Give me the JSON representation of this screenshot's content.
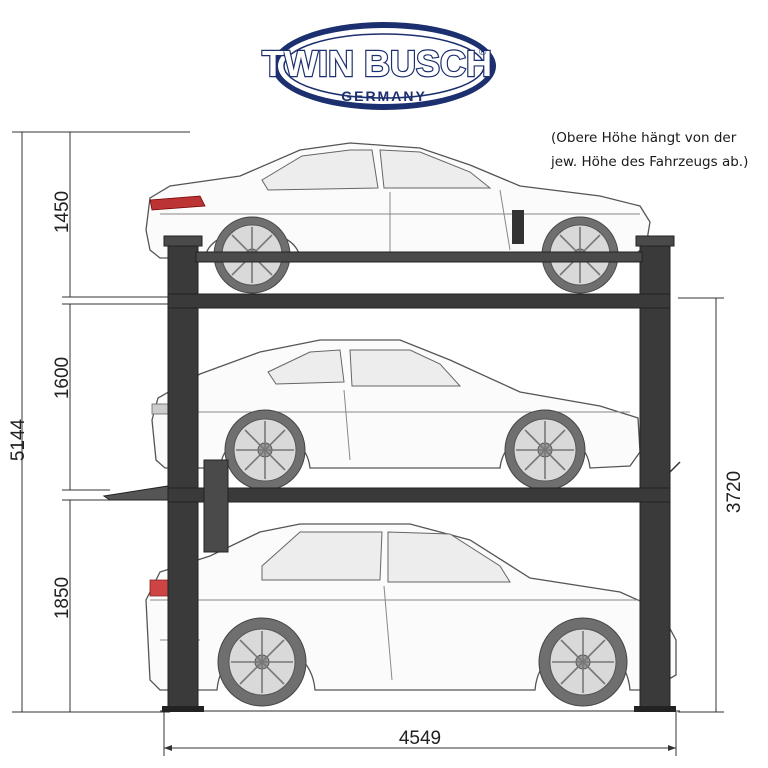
{
  "brand": {
    "name": "TWIN BUSCH",
    "registered": "®",
    "subtitle": "GERMANY",
    "colors": {
      "outer_ring": "#1c2f6e",
      "fill": "#ffffff",
      "text": "#1c2f6e"
    }
  },
  "note": {
    "line1": "(Obere Höhe hängt von der",
    "line2": "jew. Höhe des Fahrzeugs ab.)"
  },
  "dimensions": {
    "total_height": "5144",
    "upper_level": "1450",
    "middle_level": "1600",
    "lower_level": "1850",
    "column_height": "3720",
    "width": "4549"
  },
  "vehicles": [
    {
      "level": "upper",
      "style": "sedan"
    },
    {
      "level": "middle",
      "style": "coupe"
    },
    {
      "level": "lower",
      "style": "suv"
    }
  ],
  "colors": {
    "frame": "#3a3a3a",
    "car_outline": "#555555",
    "tire": "#6f6f6f"
  }
}
